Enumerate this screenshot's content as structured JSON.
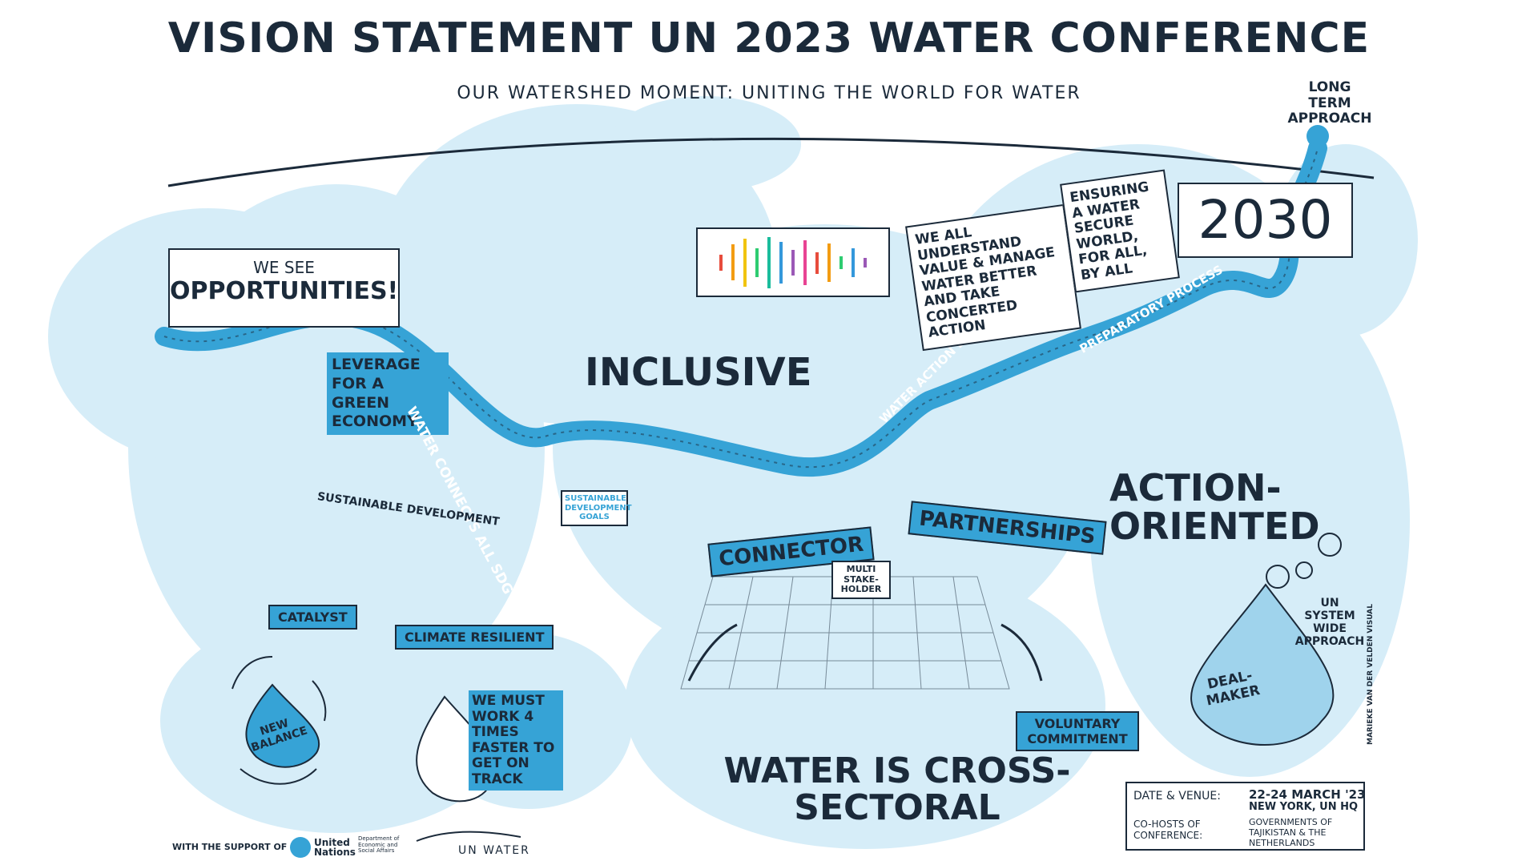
{
  "header": {
    "title": "VISION STATEMENT UN 2023 WATER CONFERENCE",
    "subtitle": "OUR WATERSHED MOMENT: UNITING THE WORLD FOR WATER"
  },
  "labels": {
    "long_term_approach": "LONG TERM APPROACH",
    "year": "2030",
    "we_see": "WE SEE",
    "opportunities": "OPPORTUNITIES!",
    "leverage": "LEVERAGE FOR A GREEN ECONOMY",
    "river_sdgs": "WATER CONNECTS ALL SDG'S",
    "inclusive": "INCLUSIVE",
    "water_action_decade": "WATER ACTION DECADE",
    "preparatory_process": "PREPARATORY PROCESS",
    "we_all_understand": "WE ALL UNDERSTAND VALUE & MANAGE WATER BETTER AND TAKE CONCERTED ACTION",
    "ensuring": "ENSURING A WATER SECURE WORLD, FOR ALL, BY ALL",
    "sdg_badge": "SUSTAINABLE DEVELOPMENT GOALS",
    "sustainable_development": "SUSTAINABLE DEVELOPMENT",
    "catalyst": "CATALYST",
    "climate_resilient": "CLIMATE RESILIENT",
    "connector": "CONNECTOR",
    "partnerships": "PARTNERSHIPS",
    "multi_stakeholder": "MULTI STAKE- HOLDER",
    "action_oriented": "ACTION- ORIENTED",
    "un_system": "UN SYSTEM WIDE APPROACH",
    "deal_maker": "DEAL- MAKER",
    "new_balance": "NEW BALANCE",
    "we_must": "WE MUST WORK 4 TIMES FASTER TO GET ON TRACK",
    "voluntary": "VOLUNTARY COMMITMENT",
    "cross_sectoral": "WATER IS CROSS-SECTORAL",
    "signature": "MARIEKE VAN DER VELDEN VISUAL"
  },
  "footer": {
    "support": "WITH THE SUPPORT OF",
    "un_name": "United Nations",
    "desa": "Department of Economic and Social Affairs",
    "un_water": "UN WATER"
  },
  "venue_box": {
    "date_label": "DATE & VENUE:",
    "date_value": "22-24 MARCH '23",
    "place_value": "NEW YORK, UN HQ",
    "cohosts_label": "CO-HOSTS OF CONFERENCE:",
    "cohosts_value": "GOVERNMENTS OF TAJIKISTAN & THE NETHERLANDS"
  },
  "colors": {
    "splash": "#d6edf8",
    "river": "#36a3d6",
    "ink": "#1b2a3a"
  }
}
